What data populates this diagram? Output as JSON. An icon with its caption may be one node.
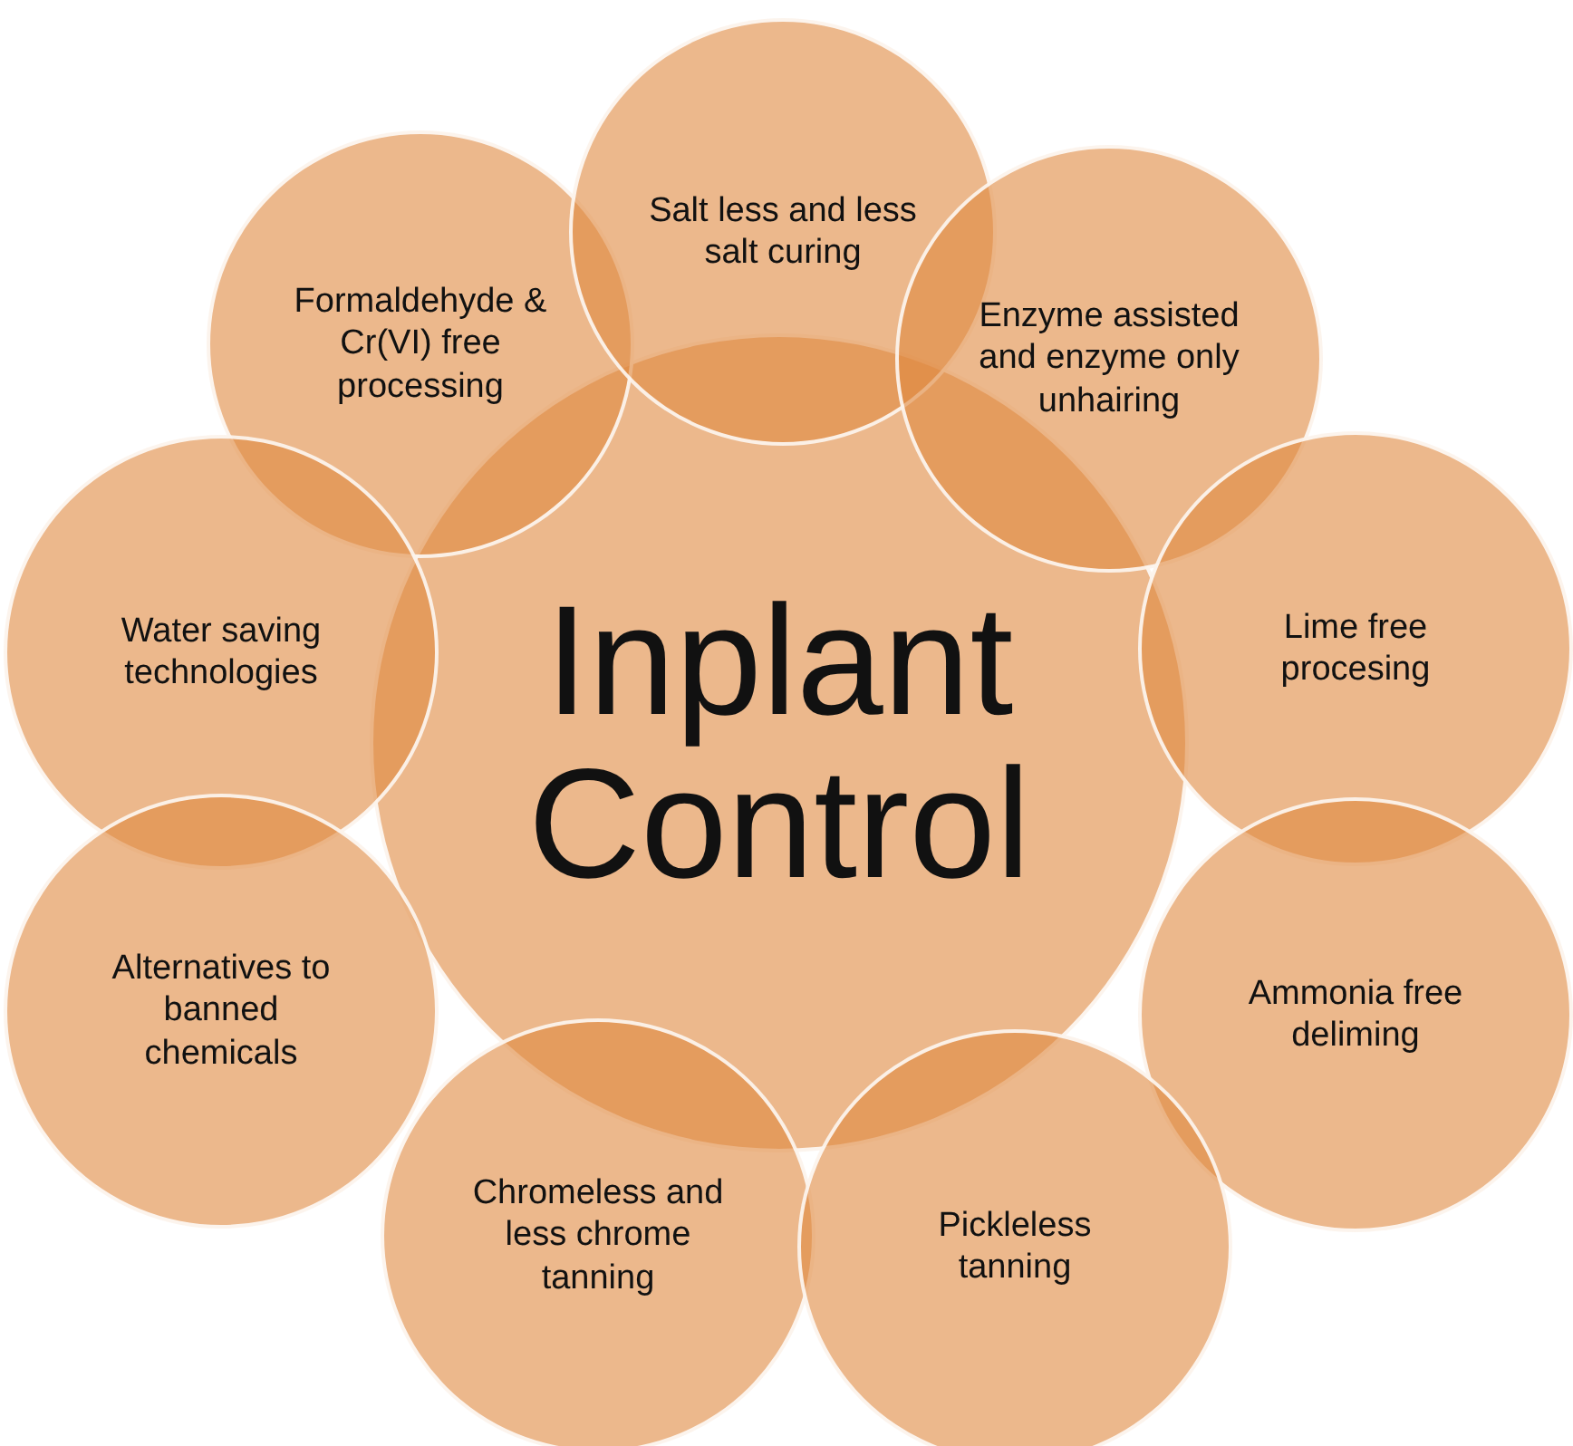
{
  "diagram": {
    "nodes": [
      {
        "text": [
          "Inplant Control"
        ]
      },
      {
        "text": [
          "Formaldehyde & Cr(VI) free processing"
        ]
      },
      {
        "text": [
          "Salt less and less salt curing"
        ]
      },
      {
        "text": [
          "Enzyme assisted and enzyme only unhairing"
        ]
      },
      {
        "text": [
          "Water saving technologies"
        ]
      },
      {
        "text": [
          "Lime free procesing"
        ]
      },
      {
        "text": [
          "Alternatives to banned chemicals"
        ]
      },
      {
        "text": [
          "Ammonia free deliming"
        ]
      },
      {
        "text": [
          "Chromeless and less chrome tanning"
        ]
      },
      {
        "text": [
          "Pickleless tanning"
        ]
      }
    ]
  }
}
